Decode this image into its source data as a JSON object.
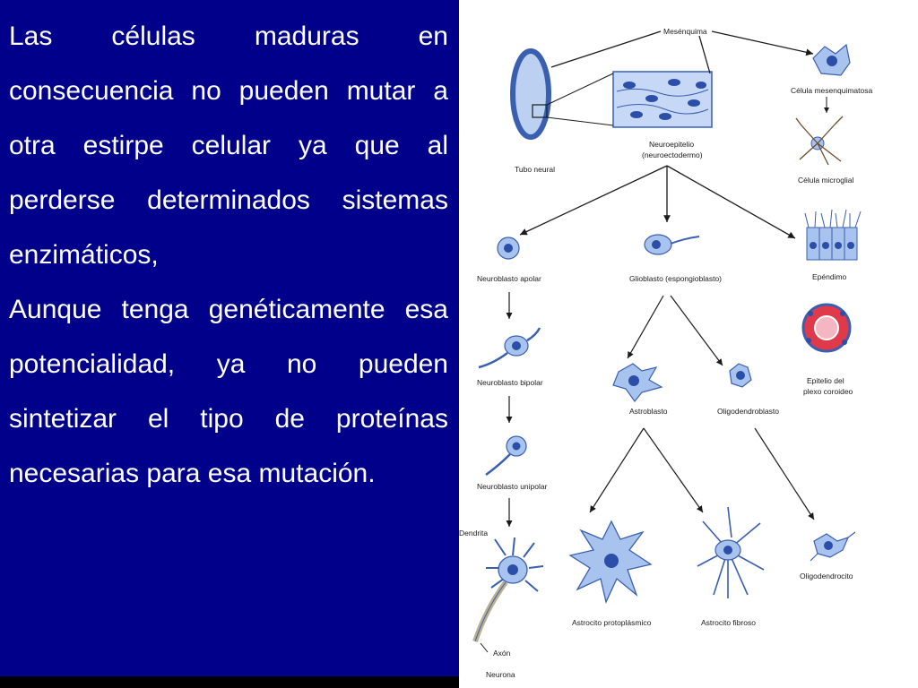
{
  "paragraphs": [
    "Las células maduras en consecuencia no pueden mutar a otra estirpe celular ya que al perderse determinados sistemas enzimáticos,",
    "Aunque tenga genéticamente esa potencialidad, ya no pueden sintetizar el tipo de proteínas necesarias para esa mutación."
  ],
  "diagram": {
    "labels": {
      "mesenquima": "Mesénquima",
      "celula_mesenquimatosa": "Célula mesenquimatosa",
      "tubo_neural": "Tubo neural",
      "neuroepitelio_1": "Neuroepitelio",
      "neuroepitelio_2": "(neuroectodermo)",
      "celula_microglial": "Célula microglial",
      "neuroblasto_apolar": "Neuroblasto apolar",
      "glioblasto": "Glioblasto (espongioblasto)",
      "ependimo": "Epéndimo",
      "neuroblasto_bipolar": "Neuroblasto bipolar",
      "astroblasto": "Astroblasto",
      "oligodendroblasto": "Oligodendroblasto",
      "epitelio_1": "Epitelio del",
      "epitelio_2": "plexo coroideo",
      "neuroblasto_unipolar": "Neuroblasto unipolar",
      "dendrita": "Dendrita",
      "astrocito_protoplasmico": "Astrocito protoplásmico",
      "astrocito_fibroso": "Astrocito fibroso",
      "oligodendrocito": "Oligodendrocito",
      "axon": "Axón",
      "neurona": "Neurona"
    }
  },
  "colors": {
    "slide_bg": "#00008b",
    "text": "#ffffff",
    "cell_fill": "#a8c4ee",
    "cell_stroke": "#3a5fb0",
    "nucleus": "#2b4ea8"
  }
}
